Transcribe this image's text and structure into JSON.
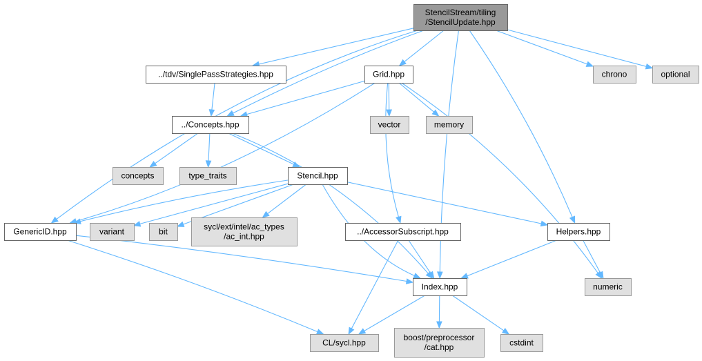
{
  "graph": {
    "colors": {
      "root_fill": "#999999",
      "root_stroke": "#666666",
      "file_fill": "#ffffff",
      "file_stroke": "#666666",
      "external_fill": "#e0e0e0",
      "external_stroke": "#999999",
      "edge": "#63b8ff"
    },
    "nodes": [
      {
        "id": "stencil_update",
        "lines": [
          "StencilStream/tiling",
          "/StencilUpdate.hpp"
        ],
        "kind": "root"
      },
      {
        "id": "single_pass",
        "lines": [
          "../tdv/SinglePassStrategies.hpp"
        ],
        "kind": "file"
      },
      {
        "id": "grid",
        "lines": [
          "Grid.hpp"
        ],
        "kind": "file"
      },
      {
        "id": "concepts_hpp",
        "lines": [
          "../Concepts.hpp"
        ],
        "kind": "file"
      },
      {
        "id": "stencil_hpp",
        "lines": [
          "Stencil.hpp"
        ],
        "kind": "file"
      },
      {
        "id": "generic_id",
        "lines": [
          "GenericID.hpp"
        ],
        "kind": "file"
      },
      {
        "id": "accessor_subscript",
        "lines": [
          "../AccessorSubscript.hpp"
        ],
        "kind": "file"
      },
      {
        "id": "helpers",
        "lines": [
          "Helpers.hpp"
        ],
        "kind": "file"
      },
      {
        "id": "index",
        "lines": [
          "Index.hpp"
        ],
        "kind": "file"
      },
      {
        "id": "chrono",
        "lines": [
          "chrono"
        ],
        "kind": "external"
      },
      {
        "id": "optional",
        "lines": [
          "optional"
        ],
        "kind": "external"
      },
      {
        "id": "vector",
        "lines": [
          "vector"
        ],
        "kind": "external"
      },
      {
        "id": "memory",
        "lines": [
          "memory"
        ],
        "kind": "external"
      },
      {
        "id": "concepts",
        "lines": [
          "concepts"
        ],
        "kind": "external"
      },
      {
        "id": "type_traits",
        "lines": [
          "type_traits"
        ],
        "kind": "external"
      },
      {
        "id": "variant",
        "lines": [
          "variant"
        ],
        "kind": "external"
      },
      {
        "id": "bit",
        "lines": [
          "bit"
        ],
        "kind": "external"
      },
      {
        "id": "ac_int",
        "lines": [
          "sycl/ext/intel/ac_types",
          "/ac_int.hpp"
        ],
        "kind": "external"
      },
      {
        "id": "numeric",
        "lines": [
          "numeric"
        ],
        "kind": "external"
      },
      {
        "id": "cl_sycl",
        "lines": [
          "CL/sycl.hpp"
        ],
        "kind": "external"
      },
      {
        "id": "boost_cat",
        "lines": [
          "boost/preprocessor",
          "/cat.hpp"
        ],
        "kind": "external"
      },
      {
        "id": "cstdint",
        "lines": [
          "cstdint"
        ],
        "kind": "external"
      }
    ],
    "edges": [
      {
        "from": "stencil_update",
        "to": "generic_id"
      },
      {
        "from": "stencil_update",
        "to": "single_pass"
      },
      {
        "from": "stencil_update",
        "to": "concepts_hpp"
      },
      {
        "from": "stencil_update",
        "to": "grid"
      },
      {
        "from": "stencil_update",
        "to": "index"
      },
      {
        "from": "stencil_update",
        "to": "helpers"
      },
      {
        "from": "stencil_update",
        "to": "chrono"
      },
      {
        "from": "stencil_update",
        "to": "optional"
      },
      {
        "from": "single_pass",
        "to": "concepts_hpp"
      },
      {
        "from": "grid",
        "to": "concepts_hpp"
      },
      {
        "from": "grid",
        "to": "generic_id"
      },
      {
        "from": "grid",
        "to": "accessor_subscript"
      },
      {
        "from": "grid",
        "to": "vector"
      },
      {
        "from": "grid",
        "to": "memory"
      },
      {
        "from": "grid",
        "to": "numeric"
      },
      {
        "from": "concepts_hpp",
        "to": "concepts"
      },
      {
        "from": "concepts_hpp",
        "to": "type_traits"
      },
      {
        "from": "concepts_hpp",
        "to": "stencil_hpp"
      },
      {
        "from": "concepts_hpp",
        "to": "index"
      },
      {
        "from": "stencil_hpp",
        "to": "generic_id"
      },
      {
        "from": "stencil_hpp",
        "to": "variant"
      },
      {
        "from": "stencil_hpp",
        "to": "bit"
      },
      {
        "from": "stencil_hpp",
        "to": "ac_int"
      },
      {
        "from": "stencil_hpp",
        "to": "helpers"
      },
      {
        "from": "stencil_hpp",
        "to": "index"
      },
      {
        "from": "generic_id",
        "to": "index"
      },
      {
        "from": "generic_id",
        "to": "cl_sycl"
      },
      {
        "from": "accessor_subscript",
        "to": "index"
      },
      {
        "from": "accessor_subscript",
        "to": "cl_sycl"
      },
      {
        "from": "helpers",
        "to": "index"
      },
      {
        "from": "helpers",
        "to": "numeric"
      },
      {
        "from": "index",
        "to": "cl_sycl"
      },
      {
        "from": "index",
        "to": "boost_cat"
      },
      {
        "from": "index",
        "to": "cstdint"
      }
    ]
  }
}
